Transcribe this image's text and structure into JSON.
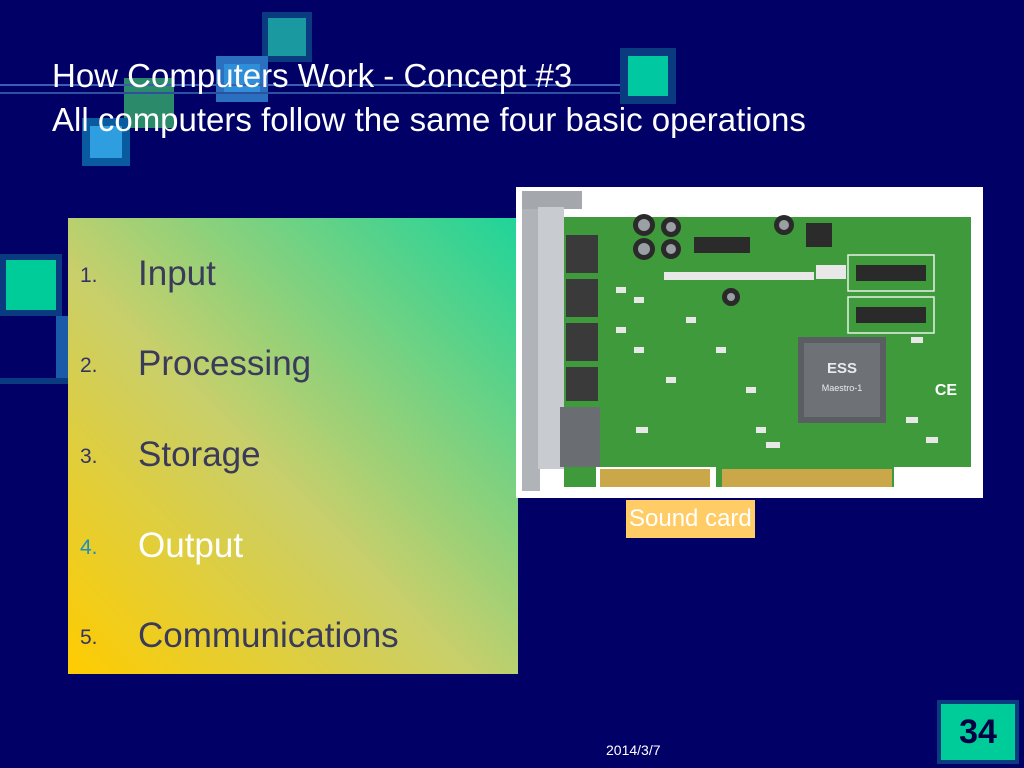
{
  "slide": {
    "title_line1": "How Computers Work - Concept #3",
    "title_line2": "All computers follow the same four basic operations",
    "items": [
      {
        "num": "1.",
        "label": "Input"
      },
      {
        "num": "2.",
        "label": "Processing"
      },
      {
        "num": "3.",
        "label": "Storage"
      },
      {
        "num": "4.",
        "label": "Output"
      },
      {
        "num": "5.",
        "label": "Communications"
      }
    ],
    "image": {
      "chip_label": "ESS",
      "chip_sub": "Maestro-1",
      "mark": "CE"
    },
    "caption": "Sound card",
    "date": "2014/3/7",
    "page_number": "34"
  },
  "colors": {
    "background": "#000066",
    "list_gradient_bottom": "#ffcc00",
    "list_gradient_top": "#1ed49a",
    "caption_bg": "#ffcc66",
    "page_number_bg": "#00cc99",
    "board_green": "#3f9a3c"
  }
}
